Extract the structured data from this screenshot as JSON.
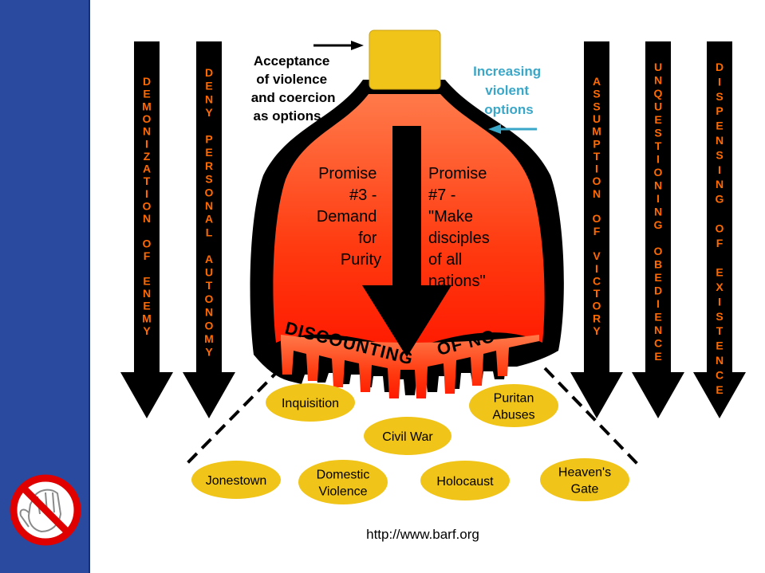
{
  "top_label_left": [
    "Acceptance",
    "of violence",
    "and coercion",
    "as options"
  ],
  "top_label_right": [
    "Increasing",
    "violent",
    "options"
  ],
  "promise_left": [
    "Promise",
    "#3 -",
    "Demand",
    "for",
    "Purity"
  ],
  "promise_right": [
    "Promise",
    "#7 -",
    "\"Make",
    "disciples",
    "of all",
    "nations\""
  ],
  "discounting_left": "DISCOUNTING",
  "discounting_right": "OF NO",
  "arrows": [
    {
      "letters": "DEMONIZATION OF ENEMY"
    },
    {
      "letters": "DENY PERSONAL AUTONOMY"
    },
    {
      "letters": "ASSUMPTION OF VICTORY"
    },
    {
      "letters": "UNQUESTIONING OBEDIENCE"
    },
    {
      "letters": "DISPENSING OF EXISTENCE"
    }
  ],
  "outcomes": [
    {
      "label": [
        "Inquisition"
      ]
    },
    {
      "label": [
        "Puritan",
        "Abuses"
      ]
    },
    {
      "label": [
        "Civil War"
      ]
    },
    {
      "label": [
        "Jonestown"
      ]
    },
    {
      "label": [
        "Domestic",
        "Violence"
      ]
    },
    {
      "label": [
        "Holocaust"
      ]
    },
    {
      "label": [
        "Heaven's",
        "Gate"
      ]
    }
  ],
  "url": "http://www.barf.org",
  "icons": {
    "logo": "no-hand-icon"
  },
  "colors": {
    "sidebar": "#2a4aa0",
    "flame_top": "#ff7a4a",
    "flame_bottom": "#ff1a00",
    "letters": "#ff6a00",
    "outcome": "#f0c418",
    "blue_text": "#3aa7c8"
  }
}
